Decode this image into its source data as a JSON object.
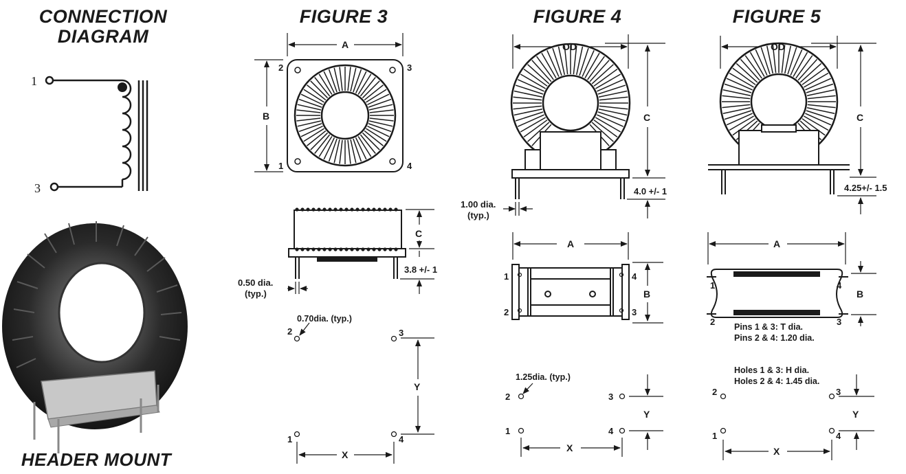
{
  "titles": {
    "connection_line1": "CONNECTION",
    "connection_line2": "DIAGRAM",
    "fig3": "FIGURE 3",
    "fig4": "FIGURE 4",
    "fig5": "FIGURE 5",
    "header_mount": "HEADER MOUNT"
  },
  "connection": {
    "pin_top": "1",
    "pin_bottom": "3"
  },
  "fig3": {
    "dim_a": "A",
    "dim_b": "B",
    "dim_c": "C",
    "pin1": "1",
    "pin2": "2",
    "pin3": "3",
    "pin4": "4",
    "lead_len": "3.8 +/- 1",
    "pin_dia_line1": "0.50 dia.",
    "pin_dia_line2": "(typ.)",
    "hole_dia": "0.70dia. (typ.)",
    "dim_x": "X",
    "dim_y": "Y"
  },
  "fig4": {
    "dim_od": "OD",
    "dim_c": "C",
    "dim_a": "A",
    "dim_b": "B",
    "lead_len": "4.0 +/- 1",
    "pin_dia_line1": "1.00 dia.",
    "pin_dia_line2": "(typ.)",
    "pin1": "1",
    "pin2": "2",
    "pin3": "3",
    "pin4": "4",
    "hole_dia": "1.25dia. (typ.)",
    "dim_x": "X",
    "dim_y": "Y"
  },
  "fig5": {
    "dim_od": "OD",
    "dim_c": "C",
    "dim_a": "A",
    "dim_b": "B",
    "lead_len": "4.25+/- 1.5",
    "pin1": "1",
    "pin2": "2",
    "pin3": "3",
    "pin4": "4",
    "pins_note1": "Pins 1 & 3: T dia.",
    "pins_note2": "Pins 2 & 4: 1.20 dia.",
    "holes_note1": "Holes 1 & 3: H dia.",
    "holes_note2": "Holes 2 & 4: 1.45 dia.",
    "dim_x": "X",
    "dim_y": "Y"
  }
}
